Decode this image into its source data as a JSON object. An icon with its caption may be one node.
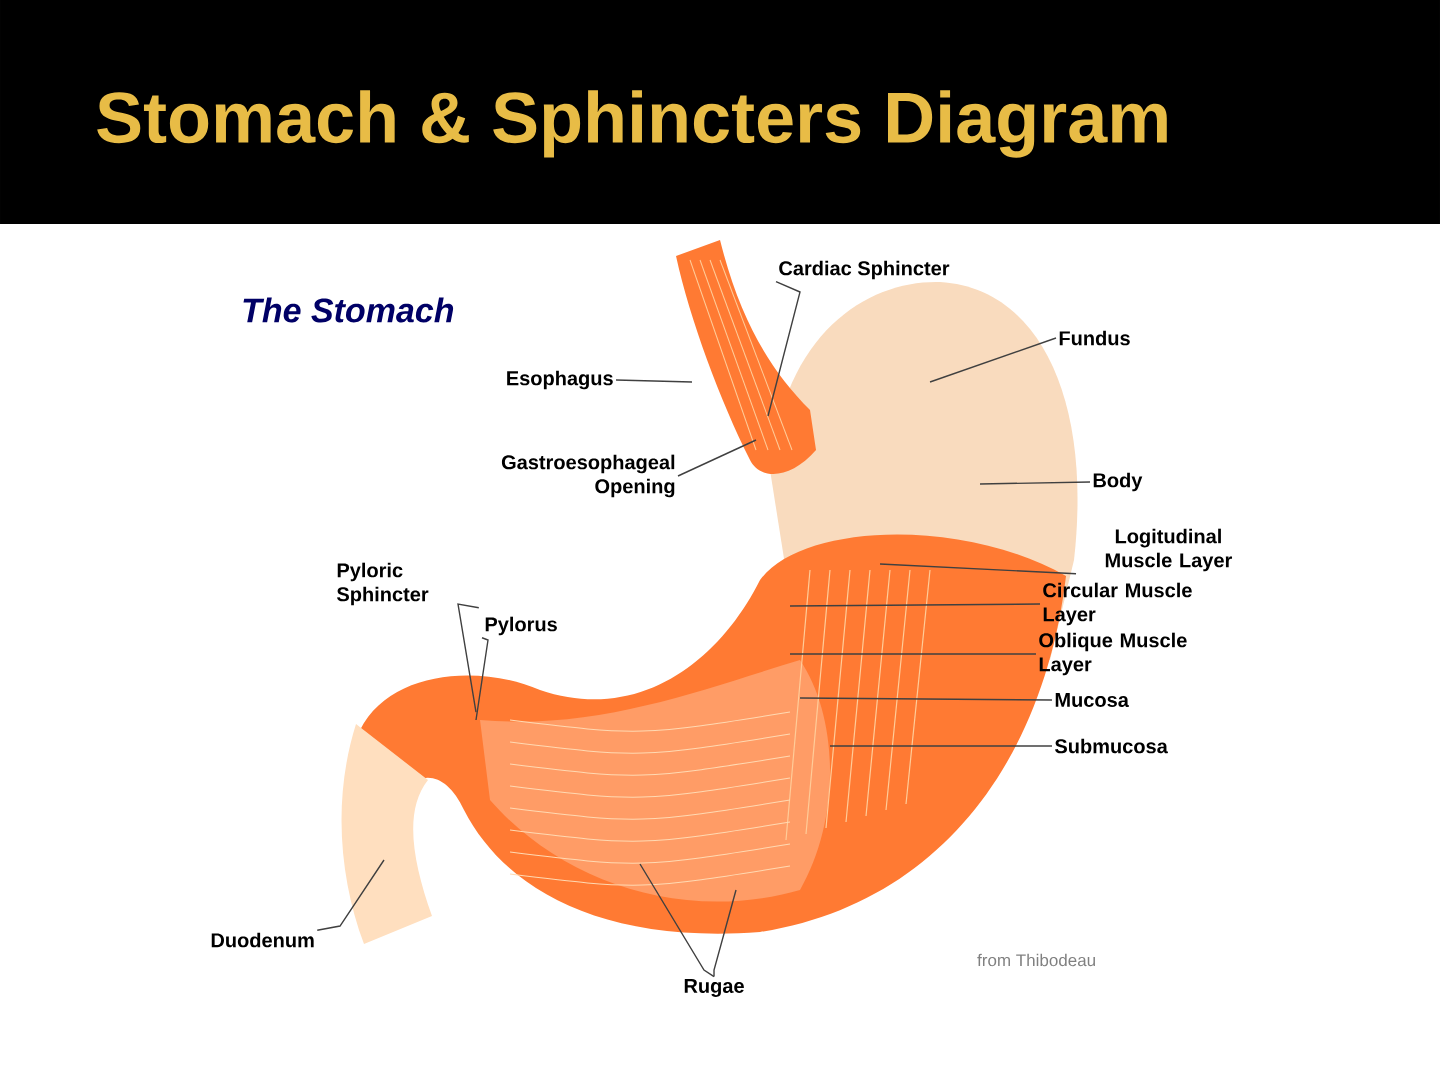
{
  "diagram": {
    "title": "Stomach & Sphincters Diagram",
    "nodes": [
      {
        "text": [
          "Cardiac Sphincter"
        ]
      },
      {
        "text": [
          "Fundus"
        ]
      },
      {
        "text": [
          "Esophagus"
        ]
      },
      {
        "text": [
          "Gastroesophageal Opening"
        ]
      },
      {
        "text": [
          "Body"
        ]
      },
      {
        "text": [
          "Logitudinal Muscle Layer"
        ]
      },
      {
        "text": [
          "Pyloric Sphincter"
        ]
      },
      {
        "text": [
          "Circular Muscle Layer"
        ]
      },
      {
        "text": [
          "Pylorus"
        ]
      },
      {
        "text": [
          "Oblique Muscle Layer"
        ]
      },
      {
        "text": [
          "Mucosa"
        ]
      },
      {
        "text": [
          "Submucosa"
        ]
      },
      {
        "text": [
          "Duodenum"
        ]
      },
      {
        "text": [
          "Rugae"
        ]
      }
    ],
    "edges": [
      {
        "from": 0,
        "to": null,
        "arrow": "none"
      },
      {
        "from": 1,
        "to": null,
        "arrow": "none"
      },
      {
        "from": 2,
        "to": null,
        "arrow": "none"
      },
      {
        "from": 3,
        "to": null,
        "arrow": "none"
      },
      {
        "from": 4,
        "to": null,
        "arrow": "none"
      },
      {
        "from": 5,
        "to": null,
        "arrow": "none"
      },
      {
        "from": 6,
        "to": null,
        "arrow": "none"
      },
      {
        "from": 7,
        "to": null,
        "arrow": "none"
      },
      {
        "from": 8,
        "to": null,
        "arrow": "none"
      },
      {
        "from": 9,
        "to": null,
        "arrow": "none"
      },
      {
        "from": 10,
        "to": null,
        "arrow": "none"
      },
      {
        "from": 11,
        "to": null,
        "arrow": "none"
      },
      {
        "from": 12,
        "to": null,
        "arrow": "none"
      },
      {
        "from": 13,
        "to": null,
        "arrow": "none"
      },
      {
        "from": 13,
        "to": null,
        "arrow": "none"
      }
    ],
    "labels": [
      "The Stomach",
      "from Thibodeau"
    ]
  }
}
